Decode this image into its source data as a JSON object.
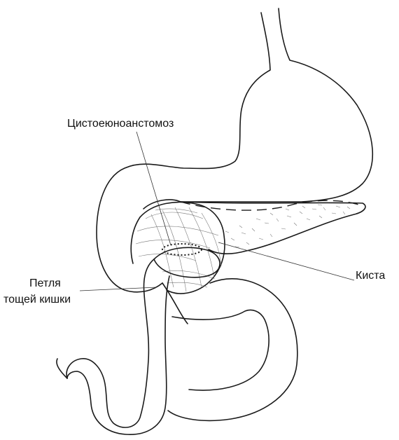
{
  "labels": {
    "cystojejunostomy": "Цистоеюноанстомоз",
    "cyst": "Киста",
    "loop_line1": "Петля",
    "loop_line2": "тощей кишки"
  }
}
